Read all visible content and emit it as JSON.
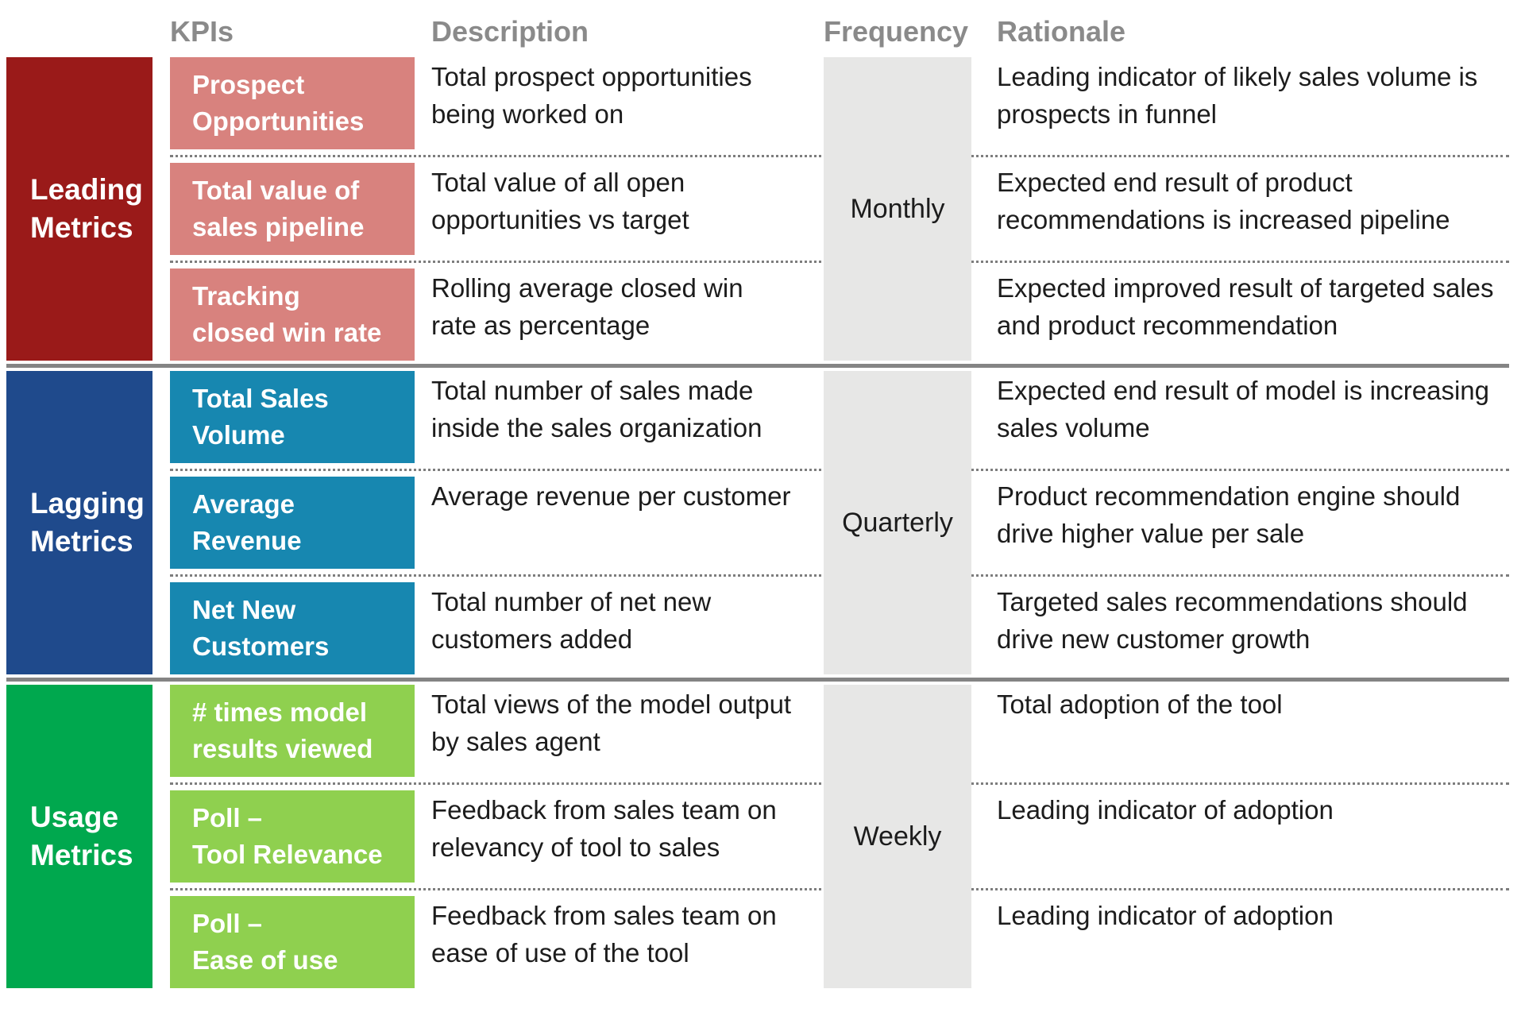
{
  "header": {
    "kpis": "KPIs",
    "description": "Description",
    "frequency": "Frequency",
    "rationale": "Rationale"
  },
  "colors": {
    "header_text": "#8a8a8a",
    "leading_block": "#9a1a19",
    "leading_kpi": "#d8827e",
    "lagging_block": "#1f4a8c",
    "lagging_kpi": "#1787b0",
    "usage_block": "#00a84e",
    "usage_kpi": "#8fd04f",
    "frequency_box": "#e7e7e6",
    "divider": "#848484",
    "body_text": "#1c1c1c"
  },
  "sections": [
    {
      "category": "Leading\nMetrics",
      "frequency": "Monthly",
      "rows": [
        {
          "kpi": "Prospect\nOpportunities",
          "description": "Total prospect opportunities being worked on",
          "rationale": "Leading indicator of likely sales volume is prospects in funnel"
        },
        {
          "kpi": "Total value of\nsales pipeline",
          "description": "Total value of all open opportunities vs target",
          "rationale": "Expected end result of product recommendations is increased pipeline"
        },
        {
          "kpi": "Tracking\nclosed win rate",
          "description": "Rolling average closed win rate as percentage",
          "rationale": "Expected improved result of targeted sales and product recommendation"
        }
      ]
    },
    {
      "category": "Lagging\nMetrics",
      "frequency": "Quarterly",
      "rows": [
        {
          "kpi": "Total Sales\nVolume",
          "description": "Total number of sales made inside the sales organization",
          "rationale": "Expected end result of model is increasing sales volume"
        },
        {
          "kpi": "Average\nRevenue",
          "description": "Average revenue per customer",
          "rationale": "Product recommendation engine should drive higher value per sale"
        },
        {
          "kpi": "Net New\nCustomers",
          "description": "Total number of net new customers added",
          "rationale": "Targeted sales recommendations should drive new customer growth"
        }
      ]
    },
    {
      "category": "Usage\nMetrics",
      "frequency": "Weekly",
      "rows": [
        {
          "kpi": "# times model\nresults viewed",
          "description": "Total views of the model output by sales agent",
          "rationale": "Total adoption of the tool"
        },
        {
          "kpi": "Poll –\nTool Relevance",
          "description": "Feedback from sales team on relevancy of tool to sales",
          "rationale": "Leading indicator of adoption"
        },
        {
          "kpi": "Poll –\nEase of use",
          "description": "Feedback from sales team on ease of use of the tool",
          "rationale": "Leading indicator of adoption"
        }
      ]
    }
  ]
}
